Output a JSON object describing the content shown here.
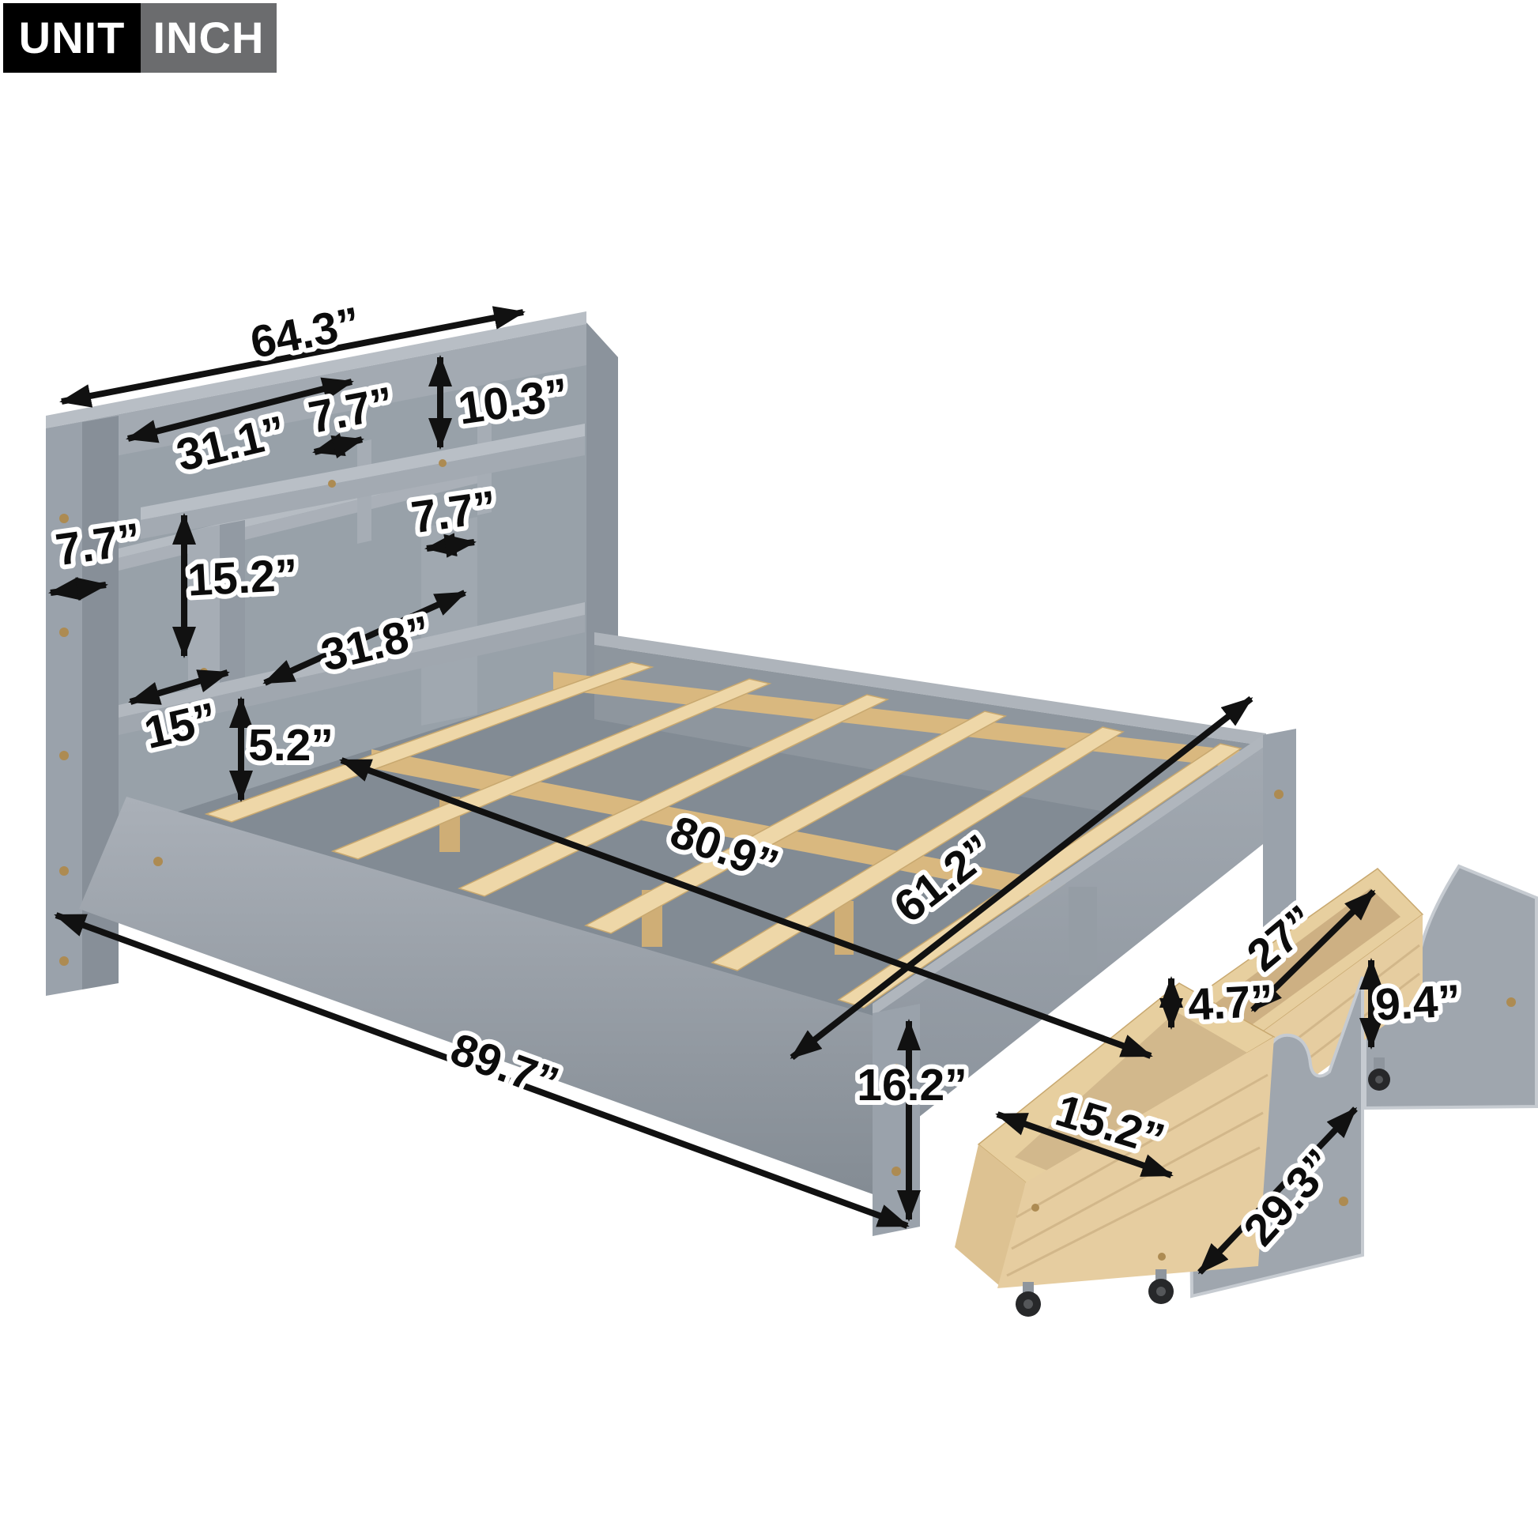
{
  "badge": {
    "unit_label": "UNIT",
    "unit_value": "INCH"
  },
  "dimensions": {
    "headboard_width": "64.3”",
    "top_shelf_width": "31.1”",
    "top_cubby_width": "7.7”",
    "right_cubby_height": "10.3”",
    "headboard_depth": "7.7”",
    "mid_opening_height": "15.2”",
    "mid_cubby_width": "7.7”",
    "lower_shelf_width": "31.8”",
    "bottom_shelf_width": "15”",
    "slat_frame_height": "5.2”",
    "interior_length": "80.9”",
    "interior_width": "61.2”",
    "total_length": "89.7”",
    "footboard_height": "16.2”",
    "drawer_length": "27”",
    "drawer_side_height": "4.7”",
    "drawer_front_height": "9.4”",
    "drawer_inner_width": "15.2”",
    "drawer_width": "29.3”"
  },
  "colors": {
    "frame_gray": "#9aa2ab",
    "frame_gray_dark": "#878f98",
    "frame_gray_darker": "#79818a",
    "frame_gray_light": "#b8bec5",
    "wood_light": "#eed7a8",
    "wood_mid": "#dcbc86",
    "wood_drawer": "#e6cda0",
    "arrow_black": "#111111",
    "badge_black": "#000000",
    "badge_gray": "#6b6c6e",
    "screw_gold": "#ad8b52",
    "background": "#ffffff"
  }
}
